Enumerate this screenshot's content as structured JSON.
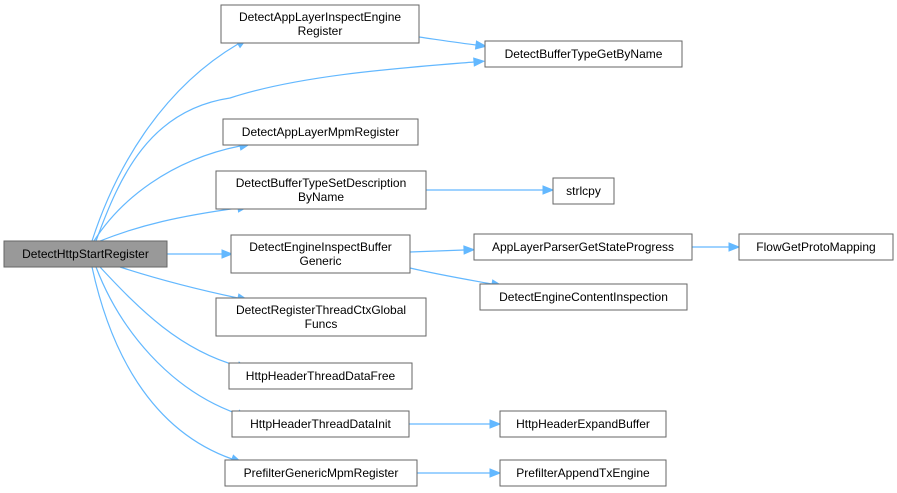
{
  "diagram": {
    "nodes": [
      {
        "id": "root",
        "lines": [
          "DetectHttpStartRegister"
        ]
      },
      {
        "id": "inspect_engine_register",
        "lines": [
          "DetectAppLayerInspectEngine",
          "Register"
        ]
      },
      {
        "id": "buffer_type_get_by_name",
        "lines": [
          "DetectBufferTypeGetByName"
        ]
      },
      {
        "id": "mpm_register",
        "lines": [
          "DetectAppLayerMpmRegister"
        ]
      },
      {
        "id": "buffer_type_set_desc",
        "lines": [
          "DetectBufferTypeSetDescription",
          "ByName"
        ]
      },
      {
        "id": "strlcpy",
        "lines": [
          "strlcpy"
        ]
      },
      {
        "id": "inspect_buffer_generic",
        "lines": [
          "DetectEngineInspectBuffer",
          "Generic"
        ]
      },
      {
        "id": "get_state_progress",
        "lines": [
          "AppLayerParserGetStateProgress"
        ]
      },
      {
        "id": "flow_get_proto_mapping",
        "lines": [
          "FlowGetProtoMapping"
        ]
      },
      {
        "id": "content_inspection",
        "lines": [
          "DetectEngineContentInspection"
        ]
      },
      {
        "id": "thread_ctx_global",
        "lines": [
          "DetectRegisterThreadCtxGlobal",
          "Funcs"
        ]
      },
      {
        "id": "thread_data_free",
        "lines": [
          "HttpHeaderThreadDataFree"
        ]
      },
      {
        "id": "thread_data_init",
        "lines": [
          "HttpHeaderThreadDataInit"
        ]
      },
      {
        "id": "expand_buffer",
        "lines": [
          "HttpHeaderExpandBuffer"
        ]
      },
      {
        "id": "prefilter_generic_mpm",
        "lines": [
          "PrefilterGenericMpmRegister"
        ]
      },
      {
        "id": "prefilter_append_tx",
        "lines": [
          "PrefilterAppendTxEngine"
        ]
      }
    ],
    "edges": [
      {
        "from": "root",
        "to": "inspect_engine_register"
      },
      {
        "from": "root",
        "to": "buffer_type_get_by_name"
      },
      {
        "from": "root",
        "to": "mpm_register"
      },
      {
        "from": "root",
        "to": "buffer_type_set_desc"
      },
      {
        "from": "root",
        "to": "inspect_buffer_generic"
      },
      {
        "from": "root",
        "to": "thread_ctx_global"
      },
      {
        "from": "root",
        "to": "thread_data_free"
      },
      {
        "from": "root",
        "to": "thread_data_init"
      },
      {
        "from": "root",
        "to": "prefilter_generic_mpm"
      },
      {
        "from": "inspect_engine_register",
        "to": "buffer_type_get_by_name"
      },
      {
        "from": "buffer_type_set_desc",
        "to": "strlcpy"
      },
      {
        "from": "inspect_buffer_generic",
        "to": "get_state_progress"
      },
      {
        "from": "inspect_buffer_generic",
        "to": "content_inspection"
      },
      {
        "from": "get_state_progress",
        "to": "flow_get_proto_mapping"
      },
      {
        "from": "thread_data_init",
        "to": "expand_buffer"
      },
      {
        "from": "prefilter_generic_mpm",
        "to": "prefilter_append_tx"
      }
    ],
    "colors": {
      "edge": "#63b8ff",
      "root_fill": "#999999",
      "node_fill": "#ffffff",
      "node_border": "#666666"
    }
  }
}
